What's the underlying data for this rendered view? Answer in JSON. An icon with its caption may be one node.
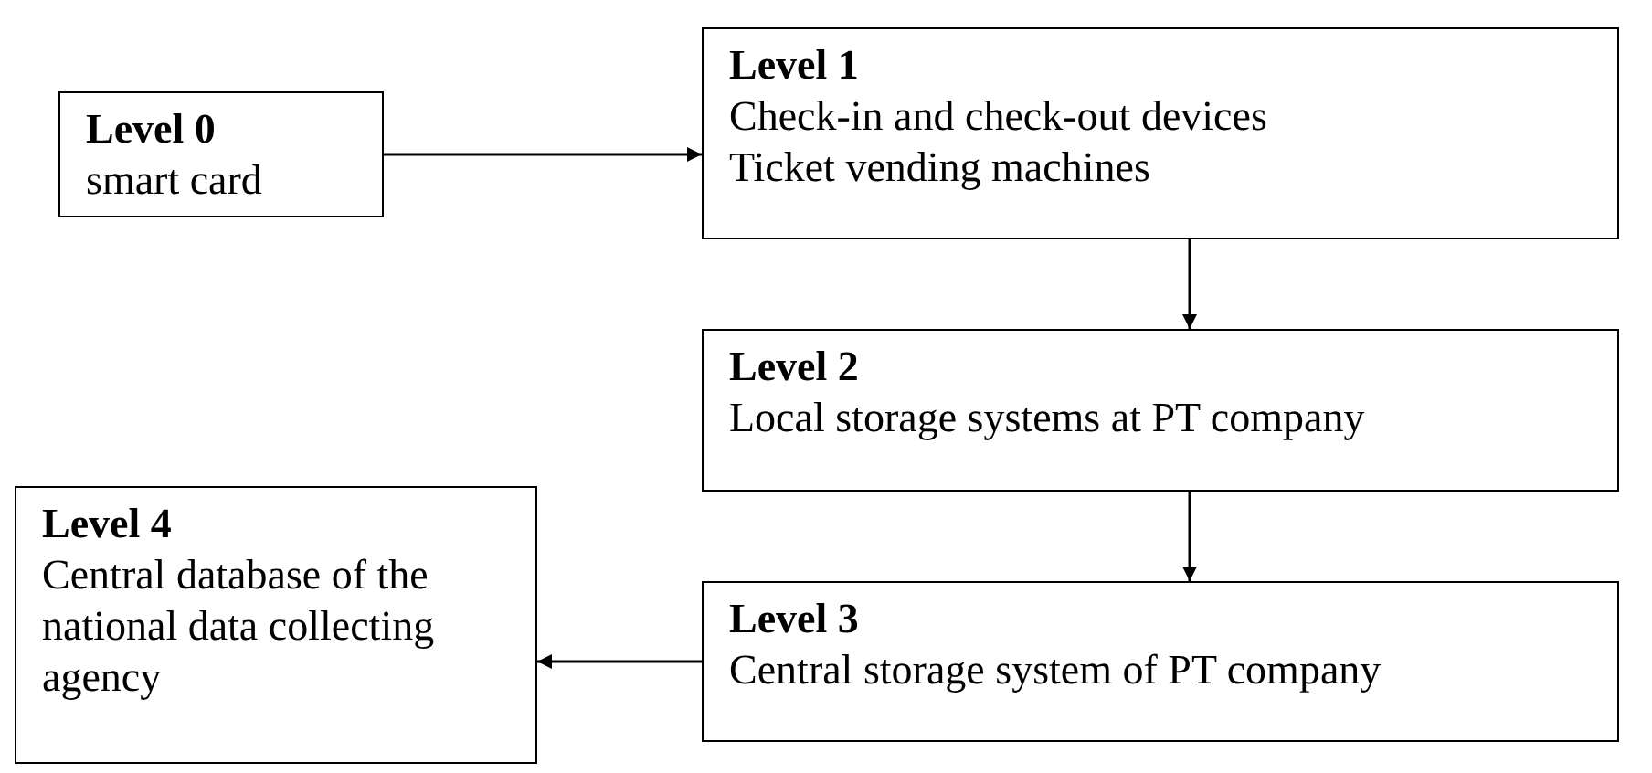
{
  "diagram": {
    "nodes": [
      {
        "text": [
          "Level 0",
          "smart card"
        ]
      },
      {
        "text": [
          "Level 1",
          "Check-in and check-out devices",
          "Ticket vending machines"
        ]
      },
      {
        "text": [
          "Level 2",
          "Local storage systems at PT company"
        ]
      },
      {
        "text": [
          "Level 4",
          "Central database of the national data collecting agency"
        ]
      },
      {
        "text": [
          "Level 3",
          "Central storage system of PT company"
        ]
      }
    ],
    "edges": [
      {
        "from": 0,
        "to": 1,
        "arrow": "to"
      },
      {
        "from": 1,
        "to": 2,
        "arrow": "to"
      },
      {
        "from": 2,
        "to": 4,
        "arrow": "to"
      },
      {
        "from": 4,
        "to": 3,
        "arrow": "to"
      }
    ]
  }
}
